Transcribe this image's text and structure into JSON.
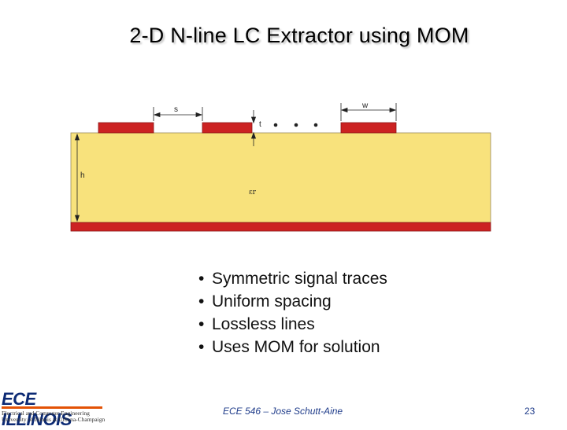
{
  "slide": {
    "title": "2-D N-line LC Extractor using MOM",
    "bullets": [
      "Symmetric signal traces",
      "Uniform spacing",
      "Lossless lines",
      "Uses MOM for solution"
    ],
    "footer_center": "ECE 546 – Jose Schutt-Aine",
    "page_number": "23"
  },
  "diagram": {
    "labels": {
      "s": "s",
      "w": "w",
      "t": "t",
      "h": "h",
      "er": "εr"
    },
    "colors": {
      "substrate": "#f8e27c",
      "conductor": "#cc2222",
      "ground": "#cc2222"
    }
  },
  "logo": {
    "ece": "ECE",
    "illinois": "ILLINOIS",
    "line1": "Electrical and Computer Engineering",
    "line2": "University of Illinois at Urbana-Champaign"
  }
}
